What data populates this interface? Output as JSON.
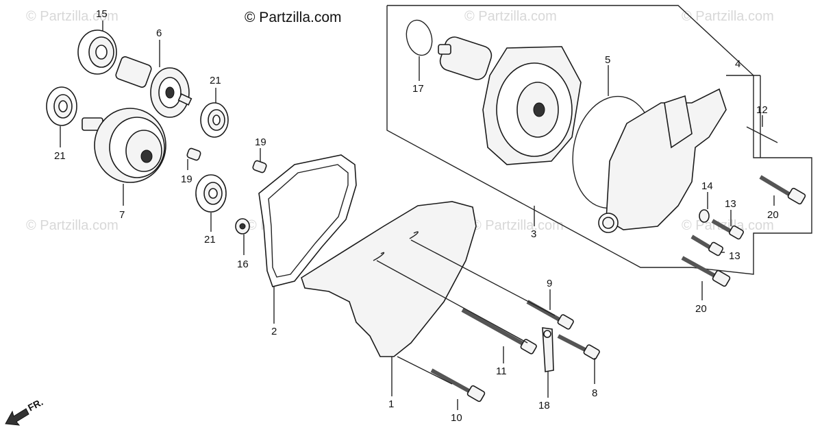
{
  "brand": {
    "text": "© Partzilla.com"
  },
  "watermark": {
    "text": "© Partzilla.com"
  },
  "front_marker": {
    "text": "FR."
  },
  "callouts": {
    "c1": "1",
    "c2": "2",
    "c3": "3",
    "c4": "4",
    "c5": "5",
    "c6": "6",
    "c7": "7",
    "c8": "8",
    "c9": "9",
    "c10": "10",
    "c11": "11",
    "c12": "12",
    "c13a": "13",
    "c13b": "13",
    "c14": "14",
    "c15": "15",
    "c16": "16",
    "c17": "17",
    "c18": "18",
    "c19a": "19",
    "c19b": "19",
    "c20a": "20",
    "c20b": "20",
    "c21a": "21",
    "c21b": "21",
    "c21c": "21"
  }
}
